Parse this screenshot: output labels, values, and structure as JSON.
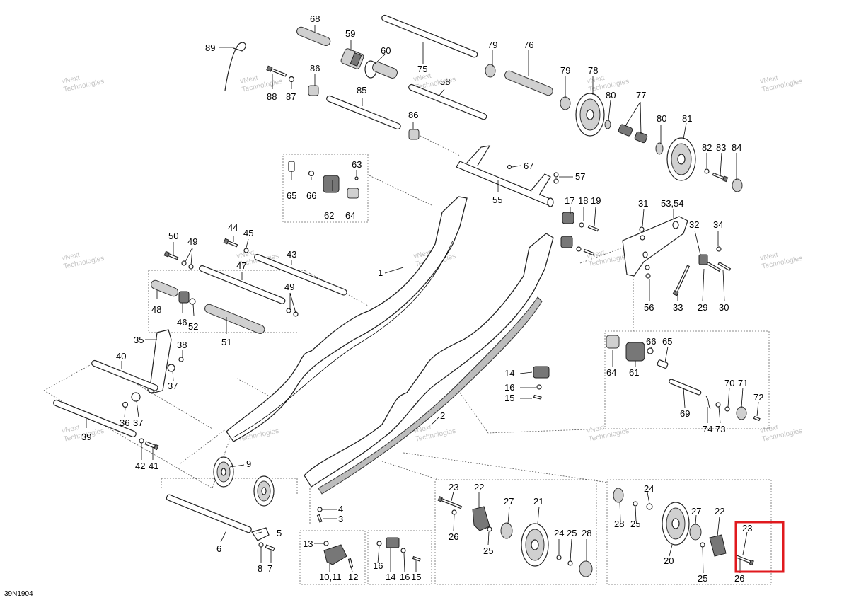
{
  "diagram_code": "39N1904",
  "watermark": [
    "vNext",
    "Technologies"
  ],
  "highlight_color": "#e0191e",
  "callouts": [
    "68",
    "59",
    "75",
    "79",
    "76",
    "89",
    "60",
    "86",
    "58",
    "88",
    "87",
    "85",
    "79",
    "78",
    "80",
    "77",
    "86",
    "80",
    "81",
    "82",
    "83",
    "84",
    "67",
    "63",
    "57",
    "65",
    "66",
    "62",
    "64",
    "55",
    "17",
    "18",
    "19",
    "31",
    "53,54",
    "32",
    "34",
    "50",
    "49",
    "44",
    "45",
    "43",
    "1",
    "47",
    "48",
    "46",
    "52",
    "49",
    "51",
    "35",
    "38",
    "40",
    "37",
    "36",
    "37",
    "39",
    "42",
    "41",
    "9",
    "6",
    "5",
    "8",
    "7",
    "4",
    "3",
    "13",
    "10,11",
    "12",
    "14",
    "16",
    "16",
    "14",
    "16",
    "15",
    "15",
    "2",
    "56",
    "33",
    "29",
    "30",
    "64",
    "61",
    "66",
    "65",
    "70",
    "71",
    "69",
    "74",
    "73",
    "72",
    "23",
    "22",
    "27",
    "21",
    "26",
    "25",
    "24",
    "25",
    "28",
    "24",
    "28",
    "25",
    "27",
    "22",
    "23",
    "20",
    "25",
    "26"
  ]
}
